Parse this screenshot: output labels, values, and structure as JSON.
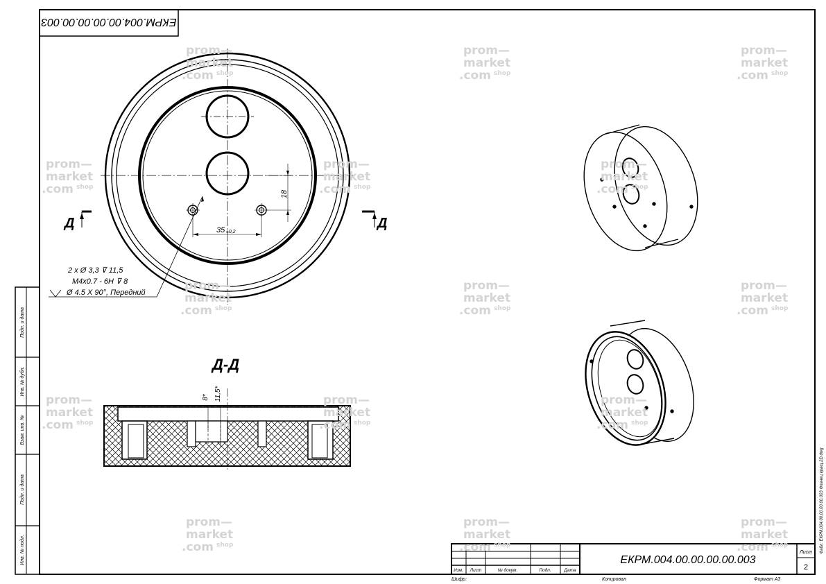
{
  "drawing": {
    "doc_number_top": "ЕКРМ.004.00.00.00.00.003",
    "doc_number_title": "ЕКРМ.004.00.00.00.00.003",
    "section_marker": "Д",
    "section_title": "Д-Д",
    "dim_spacing": "35",
    "dim_spacing_tol": "±0,2",
    "dim_offset": "18",
    "dim_depth_1": "8*",
    "dim_depth_2": "11,5*",
    "callout_line1": "2 x Ø 3,3 ⊽ 11,5",
    "callout_line2": "M4x0.7 - 6H ⊽ 8",
    "callout_line3": "Ø 4.5 X 90°, Передний"
  },
  "side_stamp": {
    "cells": [
      "Подп. и дата",
      "Инв. № дубл.",
      "Взам. инв. №",
      "Подп. и дата",
      "Инв. № подл."
    ]
  },
  "title_block": {
    "headers": [
      "Изм.",
      "Лист",
      "№ докум.",
      "Подп.",
      "Дата"
    ],
    "sheet_label": "Лист",
    "sheet_number": "2",
    "copy_label": "Шифр:",
    "checked_label": "Копировал",
    "format_label": "Формат A3"
  },
  "file_info": "Файл: ЕКРМ.004.00.00.00.00.003 Фланец вращ.2D.dwg",
  "watermark": {
    "line1": "prom—",
    "line2": "market",
    "line3": ".com",
    "line4": "shop"
  }
}
